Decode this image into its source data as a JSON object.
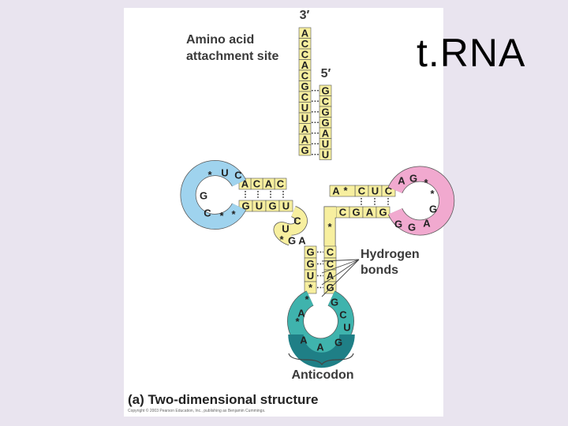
{
  "slide": {
    "title": "t.RNA"
  },
  "figure": {
    "prime3": "3′",
    "prime5": "5′",
    "label_amino": [
      "Amino acid",
      "attachment site"
    ],
    "label_hydrogen": [
      "Hydrogen",
      "bonds"
    ],
    "label_anticodon": "Anticodon",
    "caption": "(a) Two-dimensional structure",
    "copyright": "Copyright © 2003 Pearson Education, Inc., publishing as Benjamin Cummings."
  },
  "colors": {
    "acceptor_stem": "#f7ef9f",
    "d_loop": "#9fd3ee",
    "t_loop": "#f1a9cf",
    "anticodon_loop": "#2f9f9b",
    "anticodon": "#1f7f86",
    "panel": "#ffffff",
    "background": "#e9e4ef"
  },
  "strands": {
    "acceptor_left": [
      "A",
      "C",
      "C",
      "A",
      "C",
      "G",
      "C",
      "U",
      "U",
      "A",
      "A",
      "G"
    ],
    "acceptor_right": [
      "G",
      "C",
      "G",
      "G",
      "A",
      "U",
      "U"
    ],
    "d_stem_top": [
      "C",
      "A",
      "C",
      "A"
    ],
    "d_loop": [
      "U",
      "C",
      "G",
      "C"
    ],
    "d_stem_bottom": [
      "G",
      "U",
      "G",
      "U"
    ],
    "t_stem_top": [
      "C",
      "U",
      "C"
    ],
    "t_loop": [
      "A",
      "G",
      "G",
      "A",
      "G",
      "G"
    ],
    "t_stem_bottom": [
      "C",
      "G",
      "A",
      "G"
    ],
    "variable_loop": [
      "C",
      "U",
      "G",
      "A"
    ],
    "anticodon_stem_left": [
      "G",
      "G",
      "U"
    ],
    "anticodon_stem_right": [
      "C",
      "C",
      "A",
      "G"
    ],
    "anticodon_loop": [
      "A",
      "C",
      "U",
      "G"
    ],
    "anticodon": [
      "A",
      "A",
      "G"
    ]
  }
}
